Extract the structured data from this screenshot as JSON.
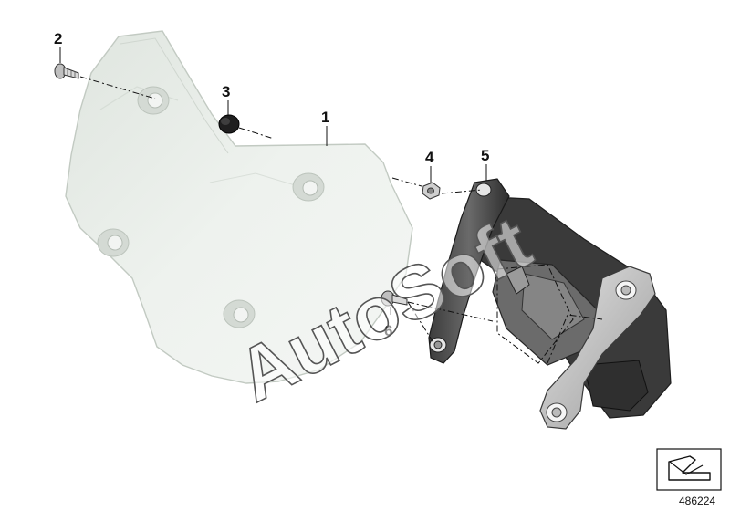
{
  "callouts": [
    {
      "id": "1",
      "label": "1"
    },
    {
      "id": "2",
      "label": "2"
    },
    {
      "id": "3",
      "label": "3"
    },
    {
      "id": "4",
      "label": "4"
    },
    {
      "id": "5",
      "label": "5"
    },
    {
      "id": "6",
      "label": "6"
    }
  ],
  "watermark": "AutoSoft",
  "document_number": "486224",
  "nav_icon": "arrow-down-left-icon",
  "colors": {
    "windshield_fill": "#e7ece7",
    "windshield_edge": "#c2cac2",
    "bracket_dark": "#4a4a4a",
    "bracket_light": "#d0d0d0",
    "line": "#111111"
  }
}
